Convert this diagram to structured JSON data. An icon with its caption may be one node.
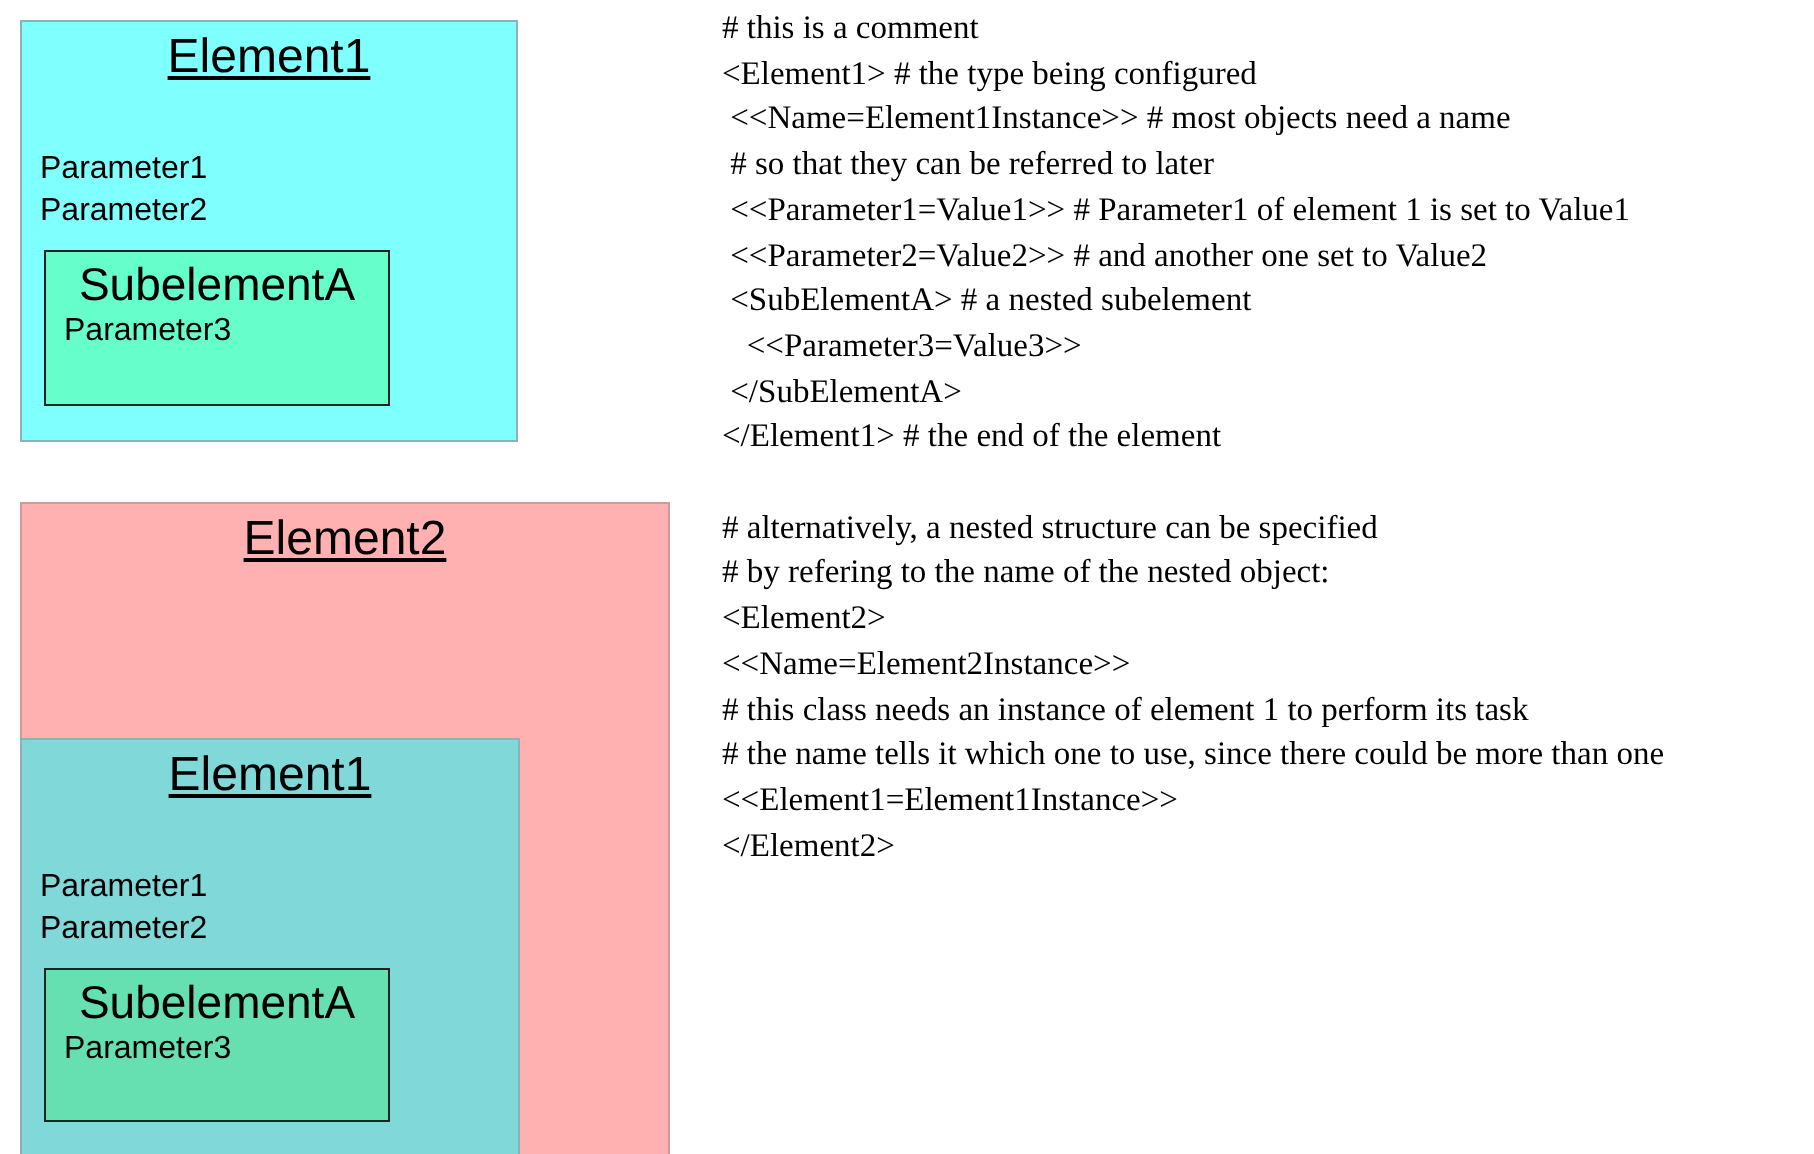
{
  "diagram": {
    "nodes": [
      {
        "text": [
          "Element1",
          "Parameter1",
          "Parameter2"
        ]
      },
      {
        "text": [
          "SubelementA",
          "Parameter3"
        ],
        "in": 0
      },
      {
        "text": [
          "Element2"
        ]
      },
      {
        "text": [
          "Element1",
          "Parameter1",
          "Parameter2"
        ],
        "in": 2
      },
      {
        "text": [
          "SubelementA",
          "Parameter3"
        ],
        "in": 3
      }
    ],
    "labels": [
      "# this is a comment",
      "<Element1> # the type being configured",
      " <<Name=Element1Instance>> # most objects need a name",
      " # so that they can be referred to later",
      " <<Parameter1=Value1>> # Parameter1 of element 1 is set to Value1",
      " <<Parameter2=Value2>> # and another one set to Value2",
      " <SubElementA> # a nested subelement",
      "   <<Parameter3=Value3>>",
      " </SubElementA>",
      "</Element1> # the end of the element",
      "# alternatively, a nested structure can be specified",
      "# by refering to the name of the nested object:",
      "<Element2>",
      "<<Name=Element2Instance>>",
      "# this class needs an instance of element 1 to perform its task",
      "# the name tells it which one to use, since there could be more than one",
      "<<Element1=Element1Instance>>",
      "</Element2>"
    ]
  }
}
